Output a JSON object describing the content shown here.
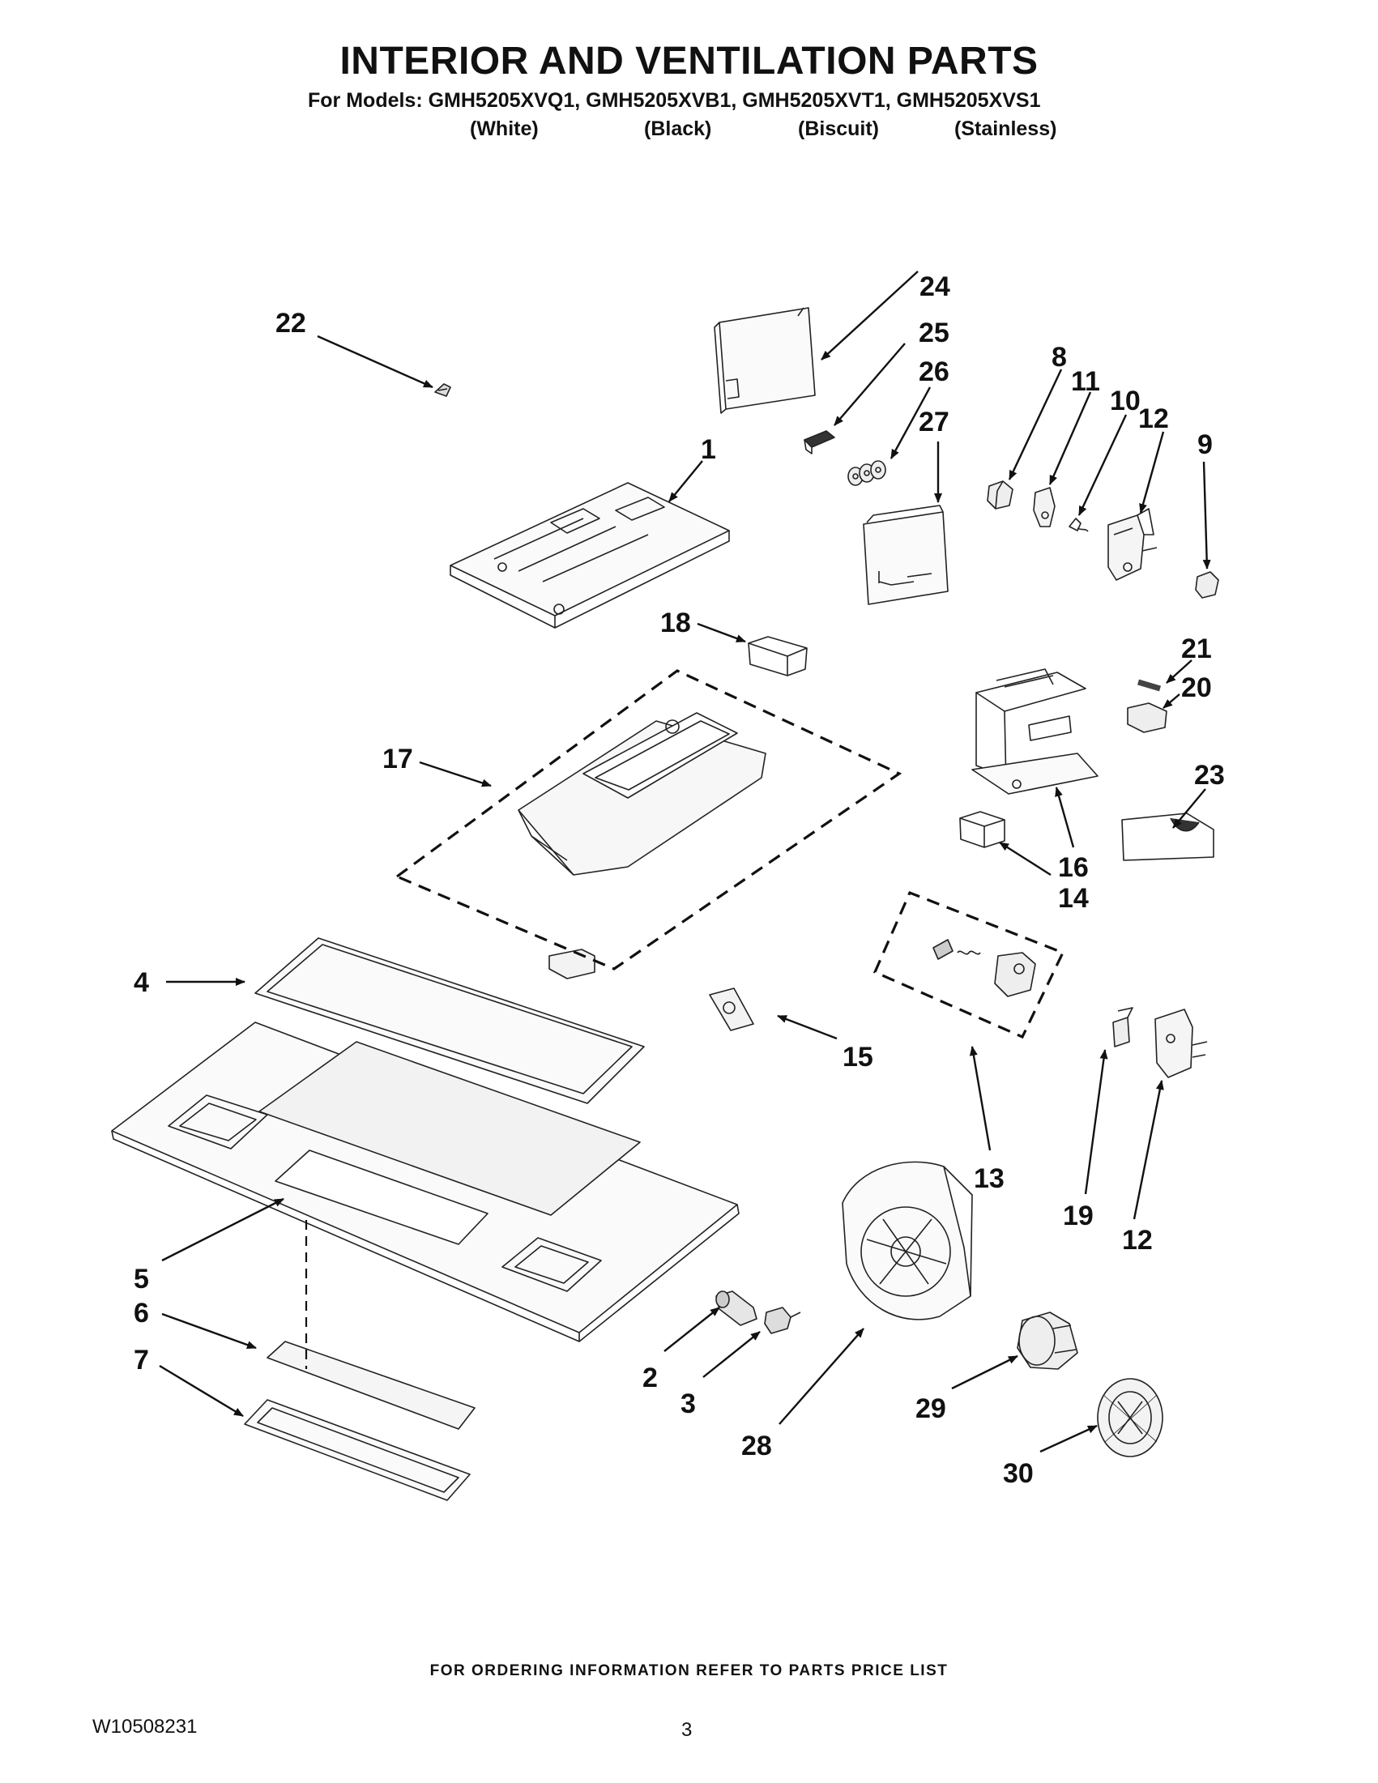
{
  "page": {
    "title": "INTERIOR AND VENTILATION PARTS",
    "models_line": "For Models: GMH5205XVQ1, GMH5205XVB1, GMH5205XVT1, GMH5205XVS1",
    "colors": [
      "(White)",
      "(Black)",
      "(Biscuit)",
      "(Stainless)"
    ],
    "footer": "FOR ORDERING INFORMATION REFER TO PARTS PRICE LIST",
    "doc_number": "W10508231",
    "page_number": "3"
  },
  "callouts": {
    "c1": "1",
    "c2": "2",
    "c3": "3",
    "c4": "4",
    "c5": "5",
    "c6": "6",
    "c7": "7",
    "c8": "8",
    "c9": "9",
    "c10": "10",
    "c11": "11",
    "c12a": "12",
    "c12b": "12",
    "c13": "13",
    "c14": "14",
    "c15": "15",
    "c16": "16",
    "c17": "17",
    "c18": "18",
    "c19": "19",
    "c20": "20",
    "c21": "21",
    "c22": "22",
    "c23": "23",
    "c24": "24",
    "c25": "25",
    "c26": "26",
    "c27": "27",
    "c28": "28",
    "c29": "29",
    "c30": "30"
  }
}
